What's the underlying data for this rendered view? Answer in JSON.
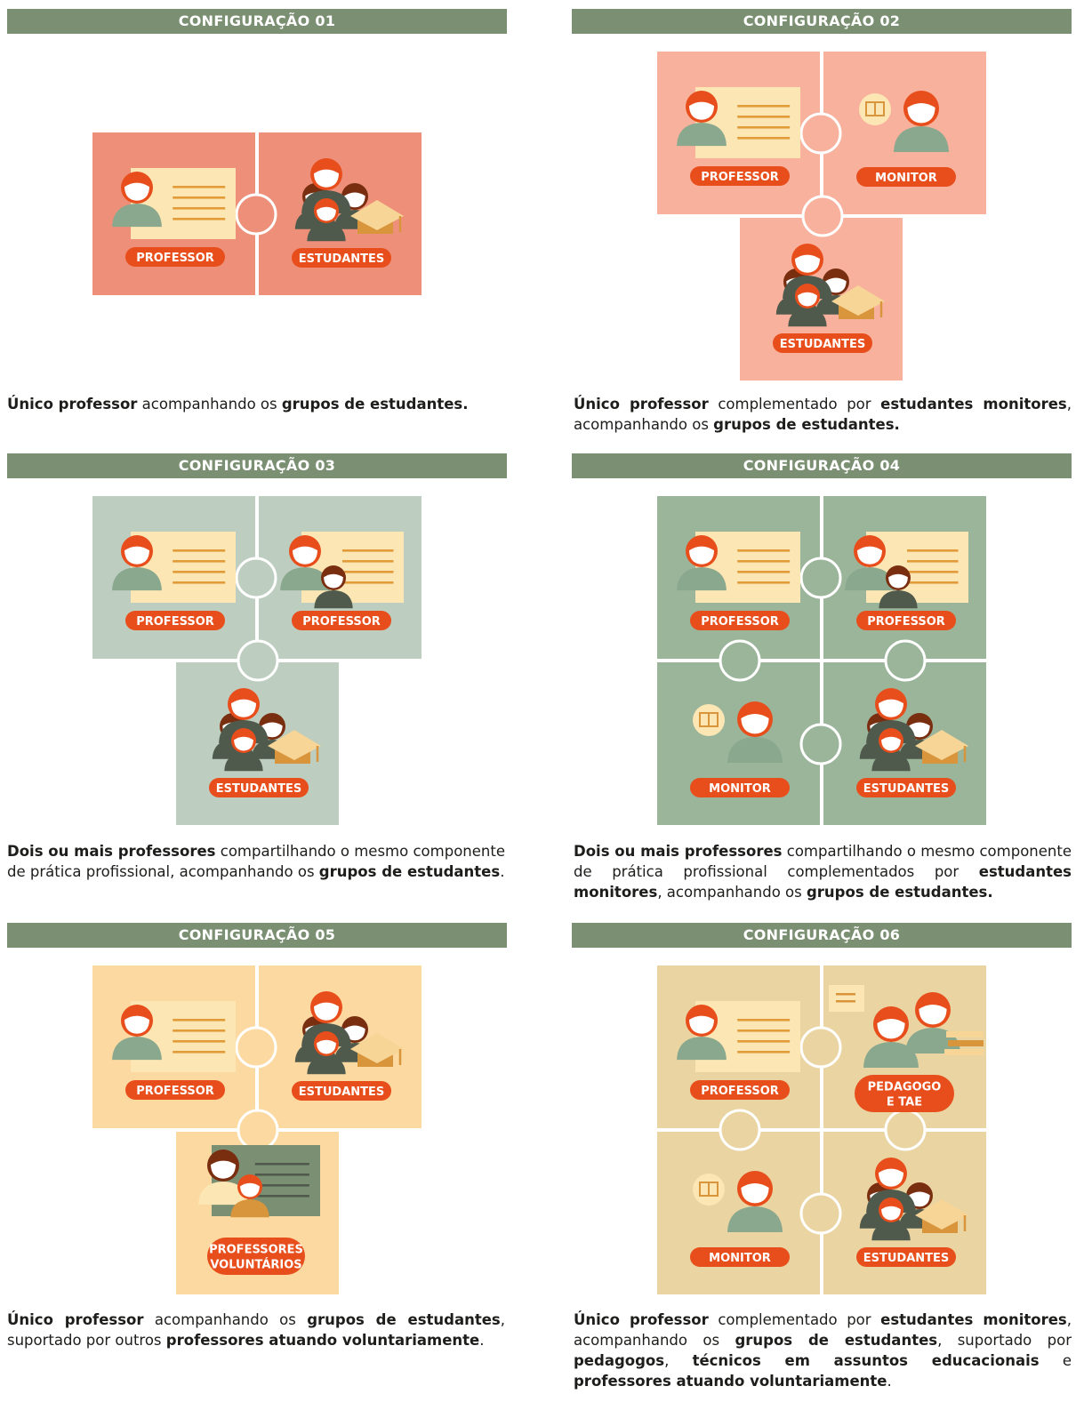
{
  "palette": {
    "header": "#7b8f73",
    "label": "#e84e1b",
    "face": "#ffffff",
    "hairOrange": "#e84e1b",
    "hairBrown": "#7a2e10",
    "bodyGreen": "#8aa88e",
    "bodyDark": "#4f5a4c",
    "card": "#fbe6b4",
    "cardLine": "#e39b3a",
    "cap": "#f6d596",
    "capDark": "#d9953c"
  },
  "configs": [
    {
      "title": "CONFIGURAÇÃO 01",
      "bg": "#ee9079",
      "tiles": [
        [
          "p",
          "PROFESSOR"
        ],
        [
          "s",
          "ESTUDANTES"
        ]
      ],
      "caption": [
        [
          "b",
          "Único professor"
        ],
        [
          "t",
          " acompanhando os "
        ],
        [
          "b",
          "grupos de estudantes."
        ]
      ]
    },
    {
      "title": "CONFIGURAÇÃO 02",
      "bg": "#f8b19c",
      "tiles": [
        [
          "p",
          "PROFESSOR"
        ],
        [
          "m",
          "MONITOR"
        ],
        [
          "s",
          "ESTUDANTES"
        ]
      ],
      "caption": [
        [
          "b",
          "Único professor"
        ],
        [
          "t",
          " complementado por "
        ],
        [
          "b",
          "estudantes monitores"
        ],
        [
          "t",
          ", acompanhando os "
        ],
        [
          "b",
          "grupos de estudantes."
        ]
      ]
    },
    {
      "title": "CONFIGURAÇÃO 03",
      "bg": "#bdcdbf",
      "tiles": [
        [
          "p",
          "PROFESSOR"
        ],
        [
          "p2",
          "PROFESSOR"
        ],
        [
          "s",
          "ESTUDANTES"
        ]
      ],
      "caption": [
        [
          "b",
          "Dois ou mais professores"
        ],
        [
          "t",
          " compartilhando o mesmo componente de prática profissional, acompanhando os "
        ],
        [
          "b",
          "grupos de estudantes"
        ],
        [
          "t",
          "."
        ]
      ]
    },
    {
      "title": "CONFIGURAÇÃO 04",
      "bg": "#9bb59b",
      "tiles": [
        [
          "p",
          "PROFESSOR"
        ],
        [
          "p2",
          "PROFESSOR"
        ],
        [
          "m",
          "MONITOR"
        ],
        [
          "s",
          "ESTUDANTES"
        ]
      ],
      "caption": [
        [
          "b",
          "Dois ou mais professores"
        ],
        [
          "t",
          " compartilhando o mesmo componente de prática profissional complementados por "
        ],
        [
          "b",
          "estudantes monitores"
        ],
        [
          "t",
          ", acompanhando os "
        ],
        [
          "b",
          "grupos de estudantes."
        ]
      ]
    },
    {
      "title": "CONFIGURAÇÃO 05",
      "bg": "#fbd9a0",
      "tiles": [
        [
          "p",
          "PROFESSOR"
        ],
        [
          "s",
          "ESTUDANTES"
        ],
        [
          "v",
          "PROFESSORES|VOLUNTÁRIOS"
        ]
      ],
      "caption": [
        [
          "b",
          "Único professor"
        ],
        [
          "t",
          " acompanhando os "
        ],
        [
          "b",
          "grupos de estudantes"
        ],
        [
          "t",
          ", suportado por outros "
        ],
        [
          "b",
          "professores atuando voluntariamente"
        ],
        [
          "t",
          "."
        ]
      ]
    },
    {
      "title": "CONFIGURAÇÃO 06",
      "bg": "#ead4a2",
      "tiles": [
        [
          "p",
          "PROFESSOR"
        ],
        [
          "g",
          "PEDAGOGO|E TAE"
        ],
        [
          "m",
          "MONITOR"
        ],
        [
          "s",
          "ESTUDANTES"
        ]
      ],
      "caption": [
        [
          "b",
          "Único professor"
        ],
        [
          "t",
          " complementado por "
        ],
        [
          "b",
          "estudantes monitores"
        ],
        [
          "t",
          ", acompanhando os "
        ],
        [
          "b",
          "grupos de estudantes"
        ],
        [
          "t",
          ", suportado por "
        ],
        [
          "b",
          "pedagogos"
        ],
        [
          "t",
          ", "
        ],
        [
          "b",
          "técnicos em assuntos educacionais"
        ],
        [
          "t",
          " e "
        ],
        [
          "b",
          "professores atuando voluntariamente"
        ],
        [
          "t",
          "."
        ]
      ]
    }
  ]
}
